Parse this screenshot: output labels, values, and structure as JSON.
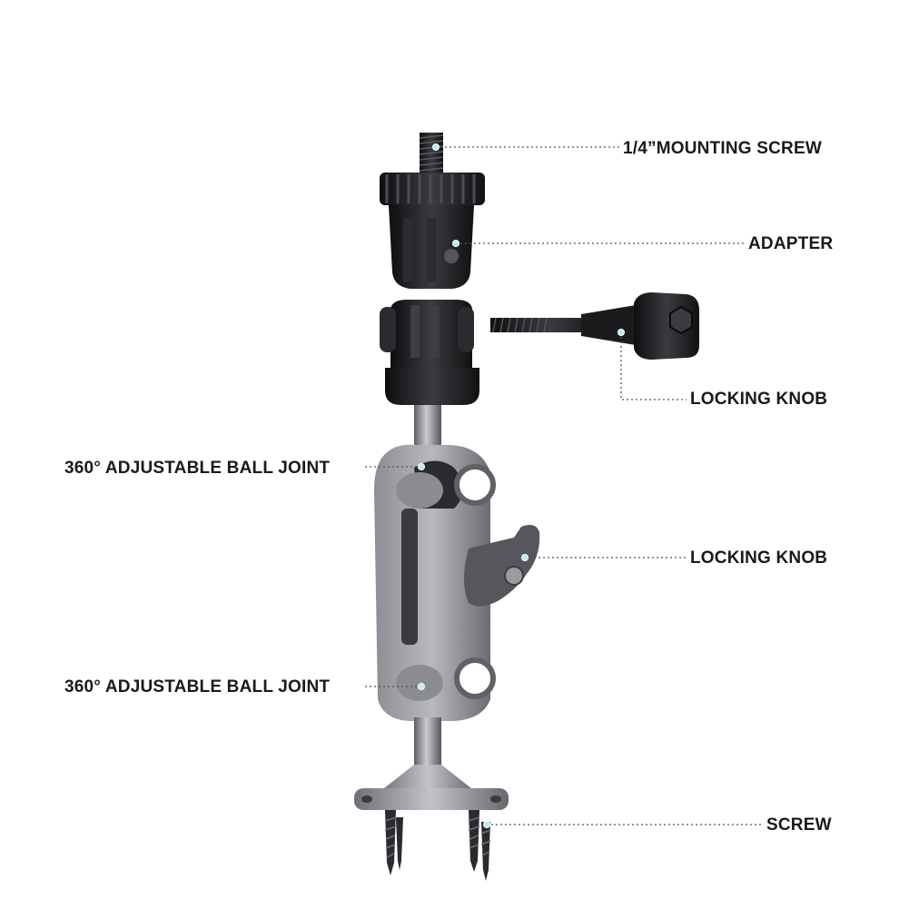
{
  "labels": {
    "mounting_screw": "1/4”MOUNTING SCREW",
    "adapter": "ADAPTER",
    "locking_knob_top": "LOCKING KNOB",
    "ball_joint_top": "360° ADJUSTABLE BALL JOINT",
    "locking_knob_mid": "LOCKING KNOB",
    "ball_joint_bottom": "360° ADJUSTABLE BALL JOINT",
    "screw": "SCREW"
  },
  "colors": {
    "background": "#ffffff",
    "label_text": "#1a1a1a",
    "leader_line": "#555555",
    "marker_dot": "#bfe6f5",
    "metal_dark": "#1c1c1e",
    "metal_gray": "#6e7076",
    "metal_light": "#a9abb0"
  }
}
